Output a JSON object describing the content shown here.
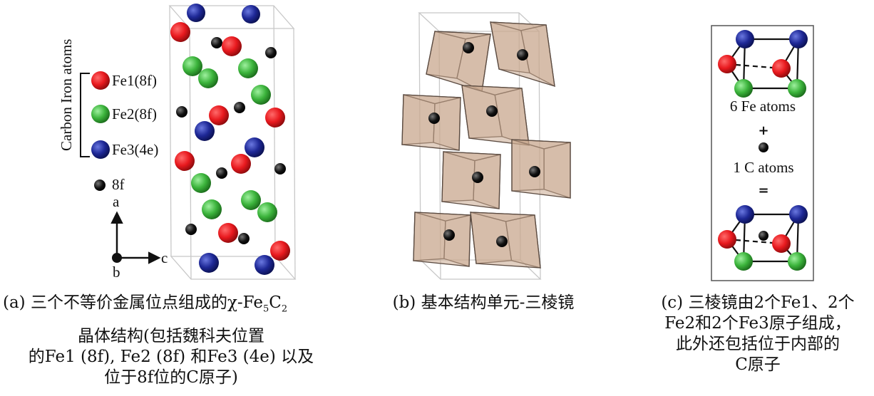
{
  "panel_a": {
    "legend": {
      "group_label": "Carbon Iron atoms",
      "fe1": "Fe1(8f)",
      "fe2": "Fe2(8f)",
      "fe3": "Fe3(4e)",
      "carbon": "8f"
    },
    "axes": {
      "a": "a",
      "b": "b",
      "c": "c"
    },
    "caption_main": "(a) 三个不等价金属位点组成的χ-Fe",
    "caption_sub1": "5",
    "caption_mid": "C",
    "caption_sub2": "2",
    "caption_lines": [
      "晶体结构(包括魏科夫位置",
      "的Fe1 (8f), Fe2 (8f) 和Fe3 (4e) 以及",
      "位于8f位的C原子)"
    ]
  },
  "panel_b": {
    "caption": "(b) 基本结构单元-三棱镜"
  },
  "panel_c": {
    "top_label": "6 Fe atoms",
    "plus": "+",
    "mid_label": "1 C atoms",
    "equals": "=",
    "caption_lines": [
      "(c) 三棱镜由2个Fe1、2个",
      "Fe2和2个Fe3原子组成，",
      "此外还包括位于内部的",
      "C原子"
    ]
  },
  "colors": {
    "fe1": "#e8191e",
    "fe2": "#3cb43c",
    "fe3": "#1e2896",
    "carbon": "#111111",
    "prism_fill": "#c9a88e",
    "prism_edge": "#5a4a40"
  }
}
